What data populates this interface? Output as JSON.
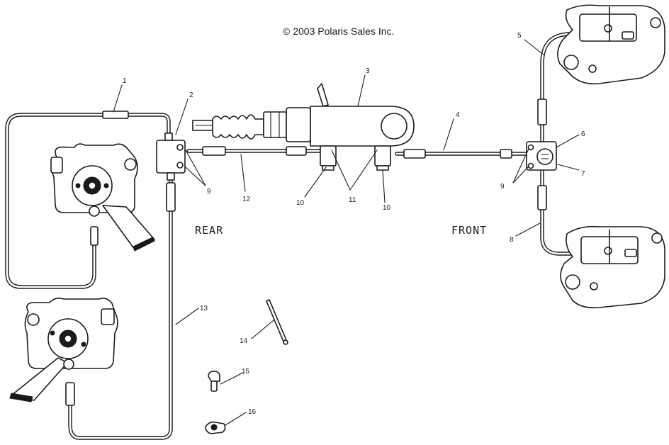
{
  "copyright": "© 2003 Polaris Sales Inc.",
  "labels": {
    "rear": "REAR",
    "front": "FRONT"
  },
  "callouts": {
    "c1": "1",
    "c2": "2",
    "c3": "3",
    "c4": "4",
    "c5": "5",
    "c6": "6",
    "c7": "7",
    "c8": "8",
    "c9_rear": "9",
    "c9_front": "9",
    "c10_left": "10",
    "c10_right": "10",
    "c11": "11",
    "c12": "12",
    "c13": "13",
    "c14": "14",
    "c15": "15",
    "c16": "16"
  }
}
